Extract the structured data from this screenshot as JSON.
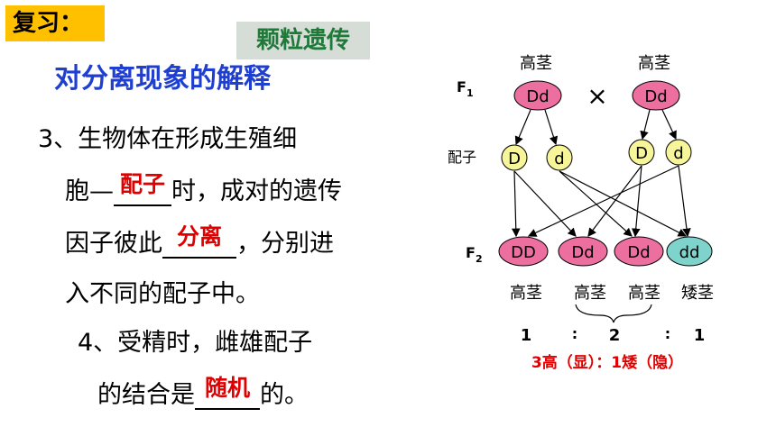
{
  "review_label": "复习：",
  "topic_label": "颗粒遗传",
  "heading": "对分离现象的解释",
  "text": {
    "p3_line1": "3、生物体在形成生殖细",
    "p3_line2_pre": "胞—",
    "p3_line2_blank": "配子",
    "p3_line2_post": "时，成对的遗传",
    "p3_line3_pre": "因子彼此",
    "p3_line3_blank": "分离",
    "p3_line3_post": "，分别进",
    "p3_line4": "入不同的配子中。",
    "p4_line1": "4、受精时，雌雄配子",
    "p4_line2_pre": "的结合是",
    "p4_line2_blank": "随机",
    "p4_line2_post": "的。"
  },
  "diagram": {
    "f1_label": "F",
    "f1_sub": "1",
    "gamete_label": "配子",
    "f2_label": "F",
    "f2_sub": "2",
    "parent_phenotypes": [
      "高茎",
      "高茎"
    ],
    "parents": [
      "Dd",
      "Dd"
    ],
    "cross_symbol": "×",
    "gametes": [
      "D",
      "d",
      "D",
      "d"
    ],
    "offspring": [
      "DD",
      "Dd",
      "Dd",
      "dd"
    ],
    "offspring_phenotypes": [
      "高茎",
      "高茎",
      "高茎",
      "矮茎"
    ],
    "ratio_numbers": [
      "1",
      "2",
      "1"
    ],
    "ratio_colons": [
      ":",
      ":"
    ],
    "summary": "3高（显）：1矮（隐）",
    "colors": {
      "parent_fill": "#ec6fa0",
      "gamete_fill": "#f7f59a",
      "dominant_offspring_fill": "#ec6fa0",
      "recessive_offspring_fill": "#7ed3cc",
      "summary_color": "#e00000"
    }
  }
}
